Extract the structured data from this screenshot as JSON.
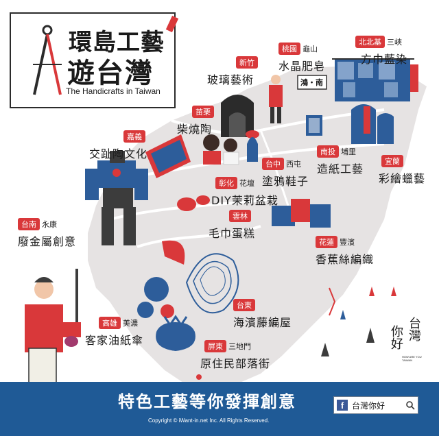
{
  "title": {
    "line1": "環島工藝",
    "line2": "遊台灣",
    "english": "The Handicrafts in Taiwan"
  },
  "labels": [
    {
      "id": "taipei",
      "tag": "北北基",
      "sub": "三峽",
      "craft": "方巾藍染"
    },
    {
      "id": "taoyuan",
      "tag": "桃園",
      "sub": "龜山",
      "craft": "水晶肥皂"
    },
    {
      "id": "hsinchu",
      "tag": "新竹",
      "sub": "",
      "craft": "玻璃藝術"
    },
    {
      "id": "miaoli",
      "tag": "苗栗",
      "sub": "",
      "craft": "柴燒陶"
    },
    {
      "id": "chiayi",
      "tag": "嘉義",
      "sub": "",
      "craft": "交趾陶文化"
    },
    {
      "id": "taichung",
      "tag": "台中",
      "sub": "西屯",
      "craft": "塗鴉鞋子"
    },
    {
      "id": "nantou",
      "tag": "南投",
      "sub": "埔里",
      "craft": "造紙工藝"
    },
    {
      "id": "yilan",
      "tag": "宜蘭",
      "sub": "",
      "craft": "彩繪蠟藝"
    },
    {
      "id": "changhua",
      "tag": "彰化",
      "sub": "花壇",
      "craft": "DIY茉莉盆栽"
    },
    {
      "id": "yunlin",
      "tag": "雲林",
      "sub": "",
      "craft": "毛巾蛋糕"
    },
    {
      "id": "tainan",
      "tag": "台南",
      "sub": "永康",
      "craft": "廢金屬創意"
    },
    {
      "id": "hualien",
      "tag": "花蓮",
      "sub": "豐濱",
      "craft": "香蕉絲編織"
    },
    {
      "id": "taitung",
      "tag": "台東",
      "sub": "",
      "craft": "海濱藤編屋"
    },
    {
      "id": "kaohsiung",
      "tag": "高雄",
      "sub": "美濃",
      "craft": "客家油紙傘"
    },
    {
      "id": "pingtung",
      "tag": "屏東",
      "sub": "三地門",
      "craft": "原住民部落街"
    }
  ],
  "sign_text": "鴻・南",
  "handwriting": {
    "line1": "台灣",
    "line2": "你好",
    "small": "HOW ARE YOU TAIWAN"
  },
  "footer": {
    "slogan": "特色工藝等你發揮創意",
    "copyright": "Copyright © iWant-in.net Inc. All Rights Reserved.",
    "fb_label": "台灣你好",
    "fb_icon": "f"
  },
  "colors": {
    "red": "#d9383a",
    "blue": "#1f5a96",
    "map": "#e6e3e3",
    "dark": "#1a1a1a"
  }
}
